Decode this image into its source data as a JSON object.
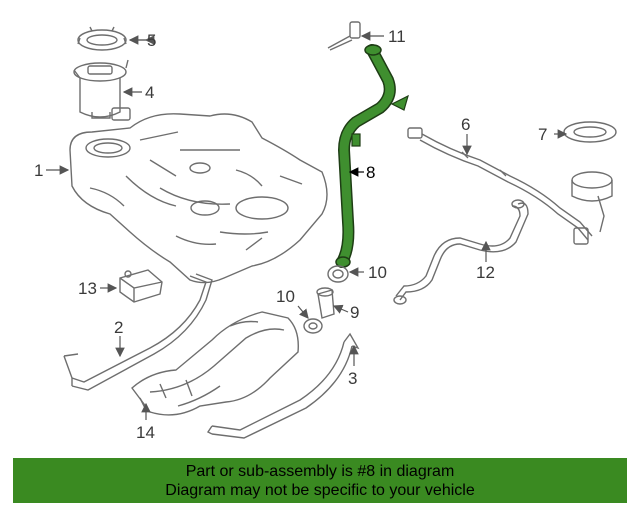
{
  "callouts": {
    "c1": "1",
    "c2": "2",
    "c3": "3",
    "c4": "4",
    "c5": "5",
    "c6": "6",
    "c7": "7",
    "c8": "8",
    "c9": "9",
    "c10a": "10",
    "c10b": "10",
    "c11": "11",
    "c12": "12",
    "c13": "13",
    "c14": "14"
  },
  "banner": {
    "line1": "Part or sub-assembly is #8 in diagram",
    "line2": "Diagram may not be specific to your vehicle"
  },
  "colors": {
    "highlight_part": "#3f8f2f",
    "banner_bg": "#3a8a21",
    "line_art": "#6e6e6e"
  }
}
